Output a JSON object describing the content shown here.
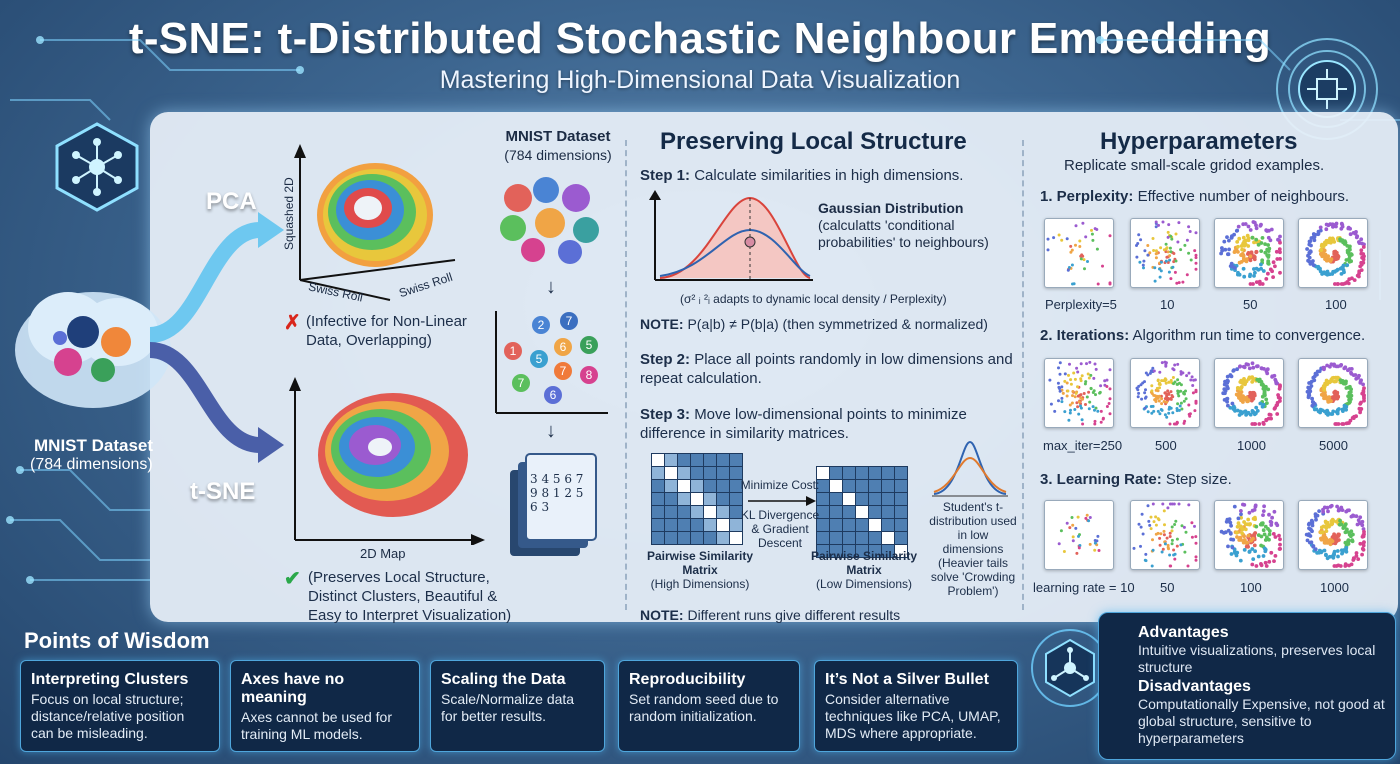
{
  "title": "t-SNE: t-Distributed Stochastic Neighbour Embedding",
  "subtitle": "Mastering High-Dimensional Data Visualization",
  "left": {
    "dataset_title": "MNIST Dataset",
    "dataset_dims": "(784 dimensions)",
    "pca_label": "PCA",
    "tsne_label": "t-SNE"
  },
  "pca_plot": {
    "ylabel": "Squashed 2D",
    "xlabel1": "Swiss Roll",
    "xlabel2": "Swiss Roll",
    "verdict": "(Infective for Non-Linear Data, Overlapping)"
  },
  "tsne_plot": {
    "xlabel": "2D Map",
    "verdict": "(Preserves Local Structure, Distinct Clusters, Beautiful & Easy to Interpret Visualization)"
  },
  "mnist_column": {
    "title": "MNIST Dataset",
    "dims": "(784 dimensions)",
    "digits": [
      "2",
      "7",
      "1",
      "5",
      "6",
      "5",
      "7",
      "8",
      "7",
      "6"
    ],
    "doc_digits": "3 4 5 6 7 9 8 1 2 5 6 3"
  },
  "local_structure": {
    "title": "Preserving Local Structure",
    "step1_label": "Step 1:",
    "step1_text": "Calculate similarities in high dimensions.",
    "gauss_title": "Gaussian Distribution",
    "gauss_text": "(calculatts 'conditional probabilities' to neighbours)",
    "sigma_note": "(σ² ᵢ ²ᵢ adapts to dynamic local density / Perplexity)",
    "note1_label": "NOTE:",
    "note1_text": "P(a|b) ≠ P(b|a) (then symmetrized & normalized)",
    "step2_label": "Step 2:",
    "step2_text": "Place all points randomly in low dimensions and repeat calculation.",
    "step3_label": "Step 3:",
    "step3_text": "Move low-dimensional points to minimize difference in similarity matrices.",
    "minimize_cost": "Minimize Cost:",
    "kl_text": "KL Divergence & Gradient Descent",
    "matrix_high_title": "Pairwise Similarity Matrix",
    "matrix_high_sub": "(High Dimensions)",
    "matrix_low_title": "Pairwise Similarity Matrix",
    "matrix_low_sub": "(Low Dimensions)",
    "student_text": "Student's t-distribution used in low dimensions (Heavier tails solve 'Crowding Problem')",
    "note2_label": "NOTE:",
    "note2_text": "Different runs give different results"
  },
  "hyper": {
    "title": "Hyperparameters",
    "subtitle": "Replicate small-scale gridod examples.",
    "p1_label": "1. Perplexity:",
    "p1_text": "Effective number of neighbours.",
    "p1_values": [
      "Perplexity=5",
      "10",
      "50",
      "100"
    ],
    "p2_label": "2. Iterations:",
    "p2_text": "Algorithm run time to convergence.",
    "p2_values": [
      "max_iter=250",
      "500",
      "1000",
      "5000"
    ],
    "p3_label": "3. Learning Rate:",
    "p3_text": "Step size.",
    "p3_values": [
      "learning rate = 10",
      "50",
      "100",
      "1000"
    ]
  },
  "wisdom": {
    "title": "Points of Wisdom",
    "cards": [
      {
        "title": "Interpreting Clusters",
        "body": "Focus on local structure; distance/relative position can be misleading."
      },
      {
        "title": "Axes have no meaning",
        "body": "Axes cannot be used for training ML models."
      },
      {
        "title": "Scaling the Data",
        "body": "Scale/Normalize data for better results."
      },
      {
        "title": "Reproducibility",
        "body": "Set random seed due to random initialization."
      },
      {
        "title": "It’s Not a Silver Bullet",
        "body": "Consider alternative techniques like PCA, UMAP, MDS where appropriate."
      }
    ],
    "adv_title": "Advantages",
    "adv_body": "Intuitive visualizations, preserves local structure",
    "dis_title": "Disadvantages",
    "dis_body": "Computationally Expensive, not good at global structure, sensitive to hyperparameters"
  },
  "colors": {
    "accent": "#8fe0ff",
    "panel": "#e8f0f9",
    "card": "#102847",
    "check": "#2aa84a",
    "cross": "#d9261c"
  }
}
